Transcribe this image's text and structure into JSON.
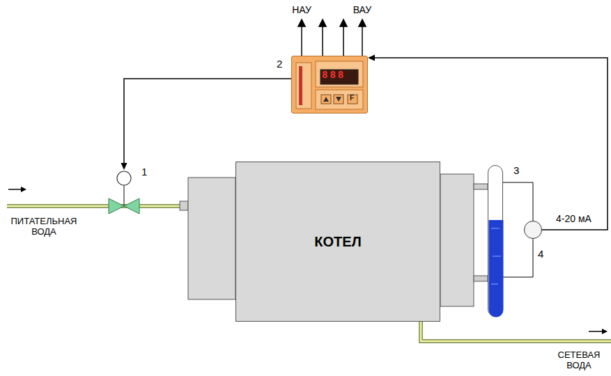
{
  "diagram": {
    "nodes": [
      {
        "text": [
          "2"
        ]
      },
      {
        "text": [
          "1"
        ]
      },
      {
        "text": [
          "КОТЕЛ"
        ]
      },
      {
        "text": [
          "3"
        ]
      },
      {
        "text": [
          "4"
        ]
      }
    ],
    "edges": [
      {
        "from": 0,
        "to": 1,
        "arrow": "to"
      },
      {
        "from": 4,
        "to": 0,
        "label": "4-20 мА",
        "arrow": "to"
      },
      {
        "from": 3,
        "to": 4,
        "arrow": "none"
      },
      {
        "from": 3,
        "to": 4,
        "arrow": "none"
      }
    ],
    "labels": [
      "НАУ",
      "ВАУ",
      "888",
      "F",
      "ПИТАТЕЛЬНАЯ ВОДА",
      "СЕТЕВАЯ ВОДА"
    ]
  }
}
